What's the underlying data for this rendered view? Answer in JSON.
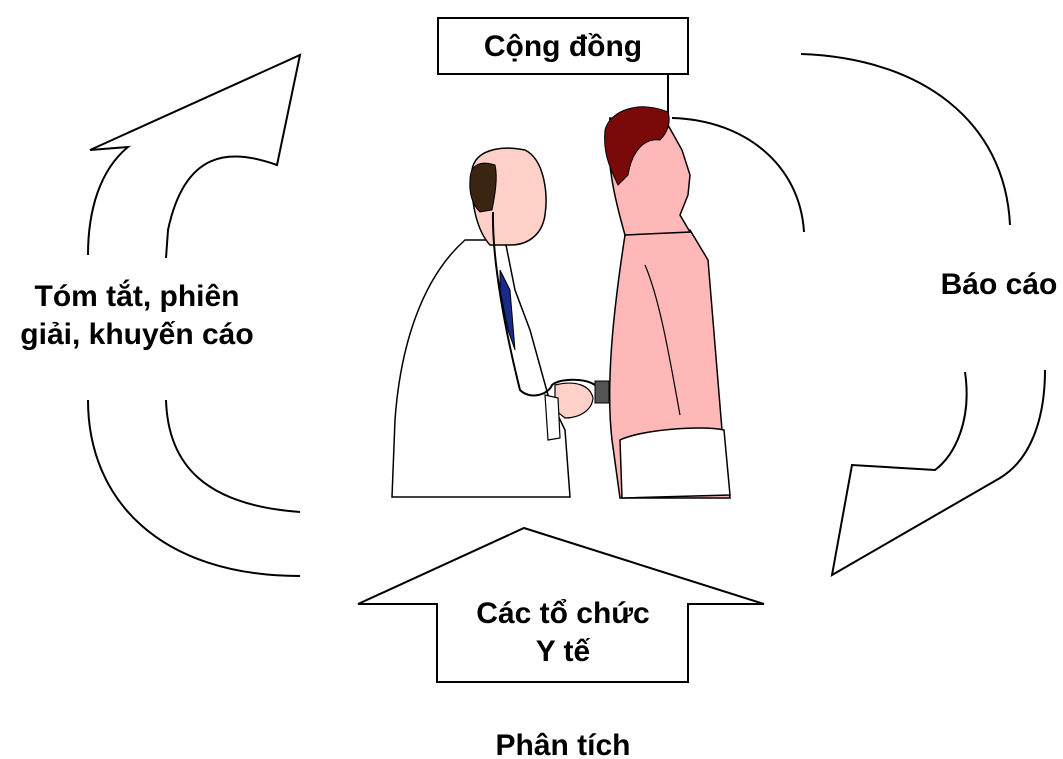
{
  "labels": {
    "community": "Cộng đồng",
    "report": "Báo cáo",
    "summary_line1": "Tóm tắt, phiên",
    "summary_line2": "giải, khuyến cáo",
    "health_org_line1": "Các tổ chức",
    "health_org_line2": "Y tế",
    "analysis": "Phân tích"
  },
  "colors": {
    "stroke": "#000000",
    "skin": "#ffb8b8",
    "hair_patient": "#7a0a0a",
    "hair_doctor": "#3b2412",
    "tie": "#1a2a8a"
  }
}
